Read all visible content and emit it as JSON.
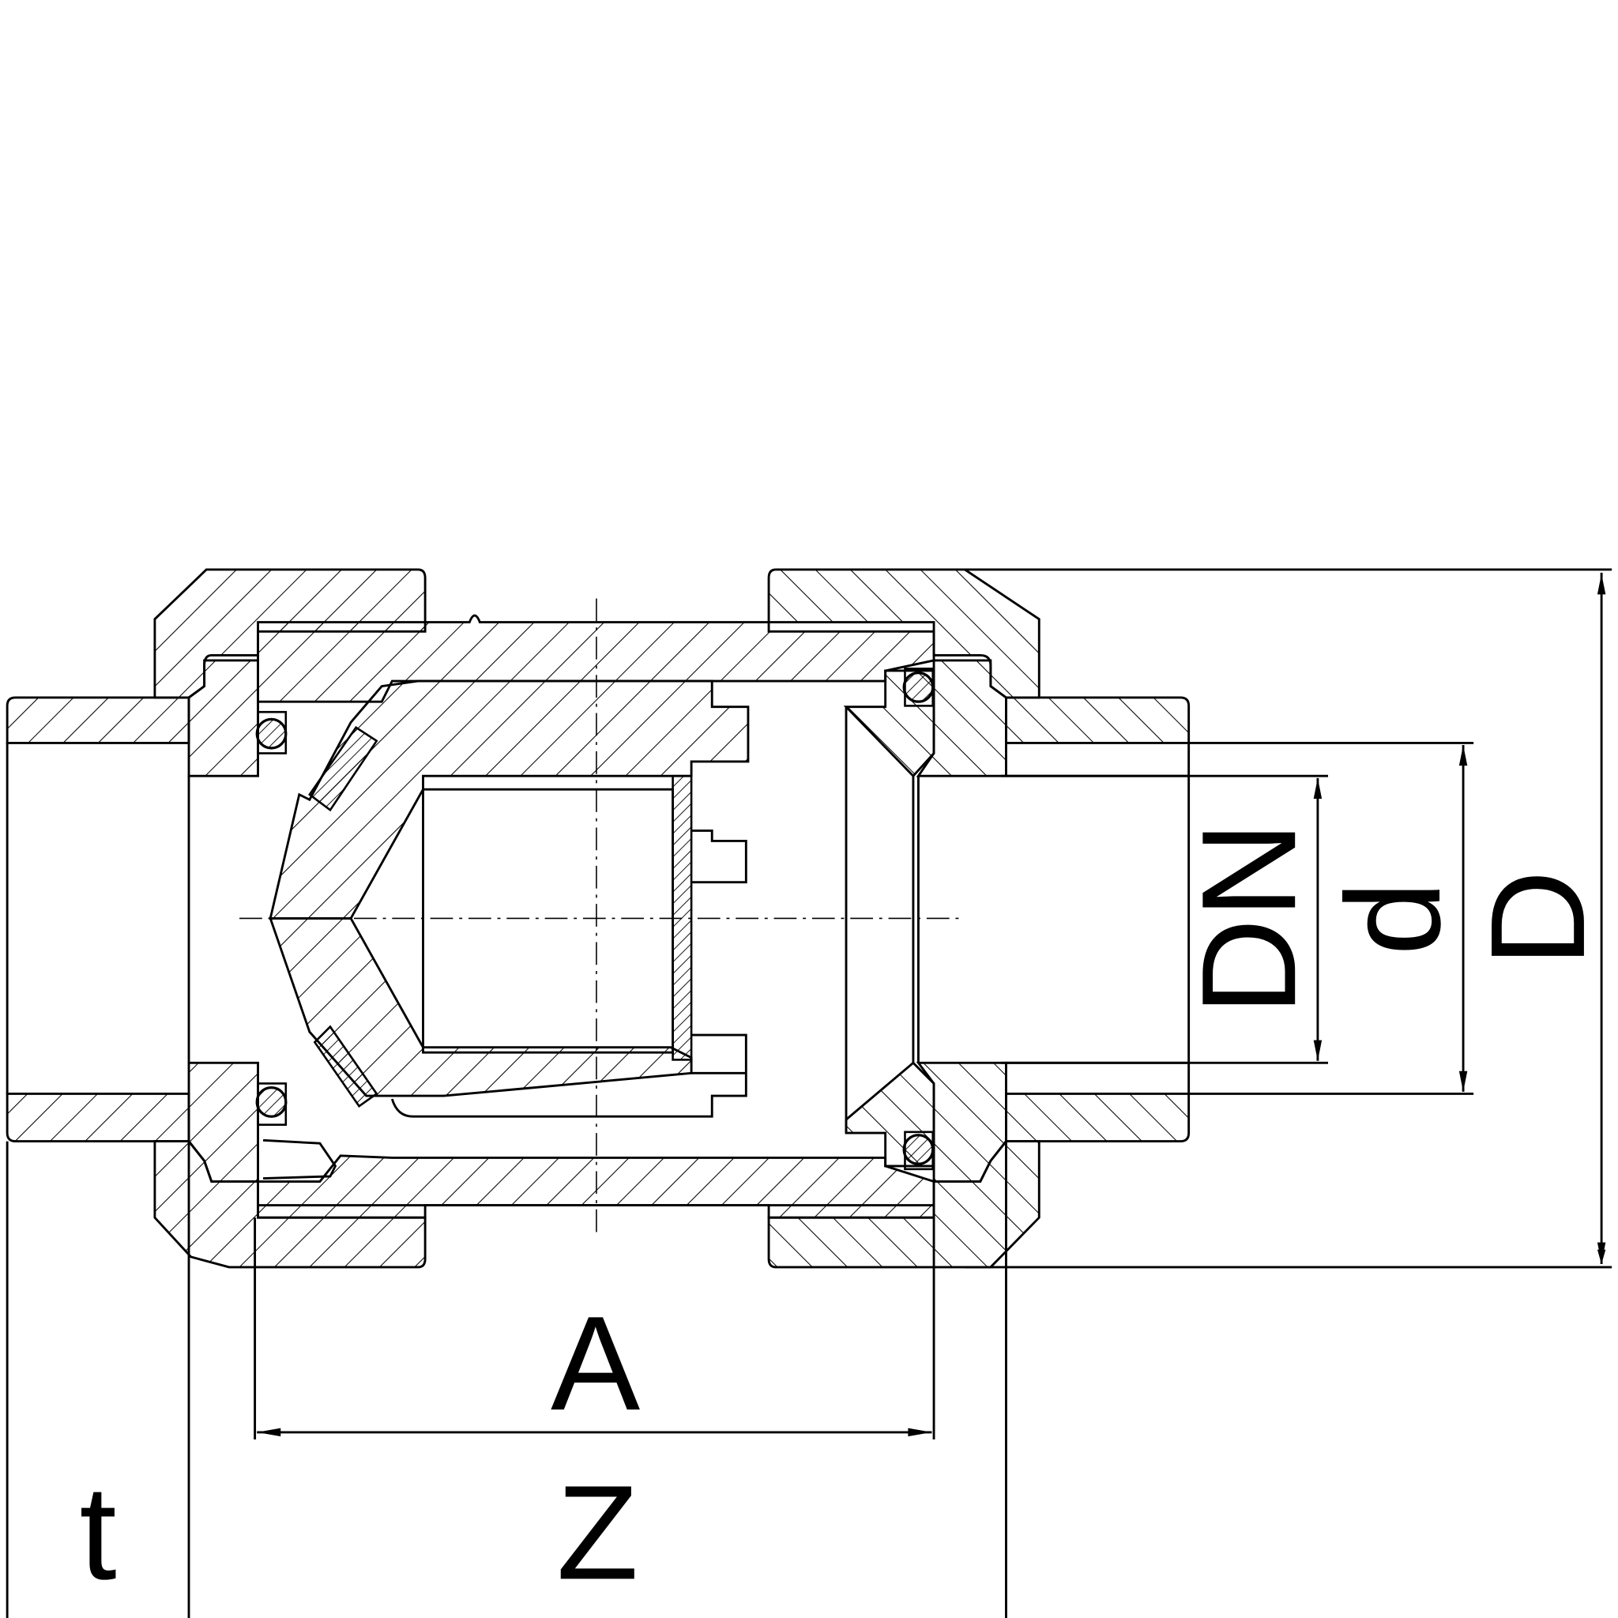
{
  "drawing": {
    "type": "check valve cross-section",
    "dimensions": {
      "A": "A",
      "Z": "Z",
      "t": "t",
      "D": "D",
      "d": "d",
      "DN": "DN"
    }
  }
}
